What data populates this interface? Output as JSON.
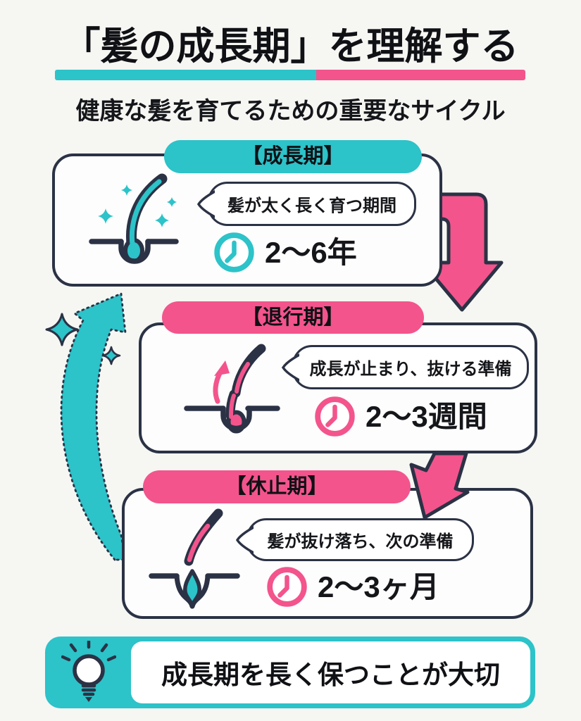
{
  "palette": {
    "teal": "#2cc3c9",
    "pink": "#f3548c",
    "ink": "#2b3245",
    "background": "#f6f6f3"
  },
  "header": {
    "title": "「髪の成長期」を理解する",
    "subtitle": "健康な髪を育てるための重要なサイクル",
    "underline_left_color": "#2cc3c9",
    "underline_right_color": "#f3548c"
  },
  "phases": [
    {
      "name": "growth",
      "label": "【成長期】",
      "description": "髪が太く長く育つ期間",
      "duration": "2〜6年",
      "accent": "#2cc3c9",
      "icon": "sparkling-hair-follicle"
    },
    {
      "name": "catagen",
      "label": "【退行期】",
      "description": "成長が止まり、抜ける準備",
      "duration": "2〜3週間",
      "accent": "#f3548c",
      "icon": "hair-detaching-follicle"
    },
    {
      "name": "telogen",
      "label": "【休止期】",
      "description": "髪が抜け落ち、次の準備",
      "duration": "2〜3ヶ月",
      "accent": "#f3548c",
      "icon": "shed-hair-new-bud"
    }
  ],
  "cycle": {
    "loop_arrow": "telogen-back-to-growth",
    "flow_arrows": [
      "growth-to-catagen",
      "catagen-to-telogen"
    ]
  },
  "footer": {
    "message": "成長期を長く保つことが大切",
    "icon": "lightbulb-icon"
  }
}
